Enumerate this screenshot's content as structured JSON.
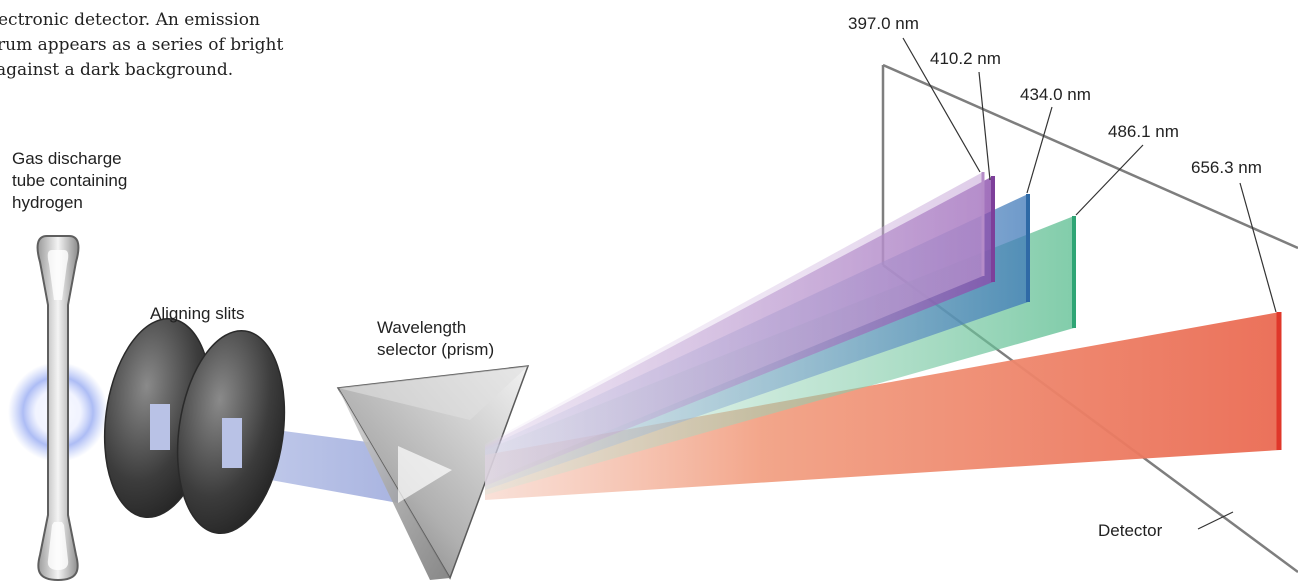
{
  "caption": {
    "lines": [
      "ectronic detector. An emission",
      "rum appears as a series of bright",
      "against a dark background."
    ]
  },
  "labels": {
    "gas_tube": [
      "Gas discharge",
      "tube containing",
      "hydrogen"
    ],
    "slits": "Aligning slits",
    "prism": [
      "Wavelength",
      "selector (prism)"
    ],
    "detector": "Detector"
  },
  "wavelengths": [
    {
      "label": "397.0 nm",
      "color": "#b58cc8"
    },
    {
      "label": "410.2 nm",
      "color": "#7d3f9a"
    },
    {
      "label": "434.0 nm",
      "color": "#2f6aa6"
    },
    {
      "label": "486.1 nm",
      "color": "#2fa575"
    },
    {
      "label": "656.3 nm",
      "color": "#e0372a"
    }
  ]
}
